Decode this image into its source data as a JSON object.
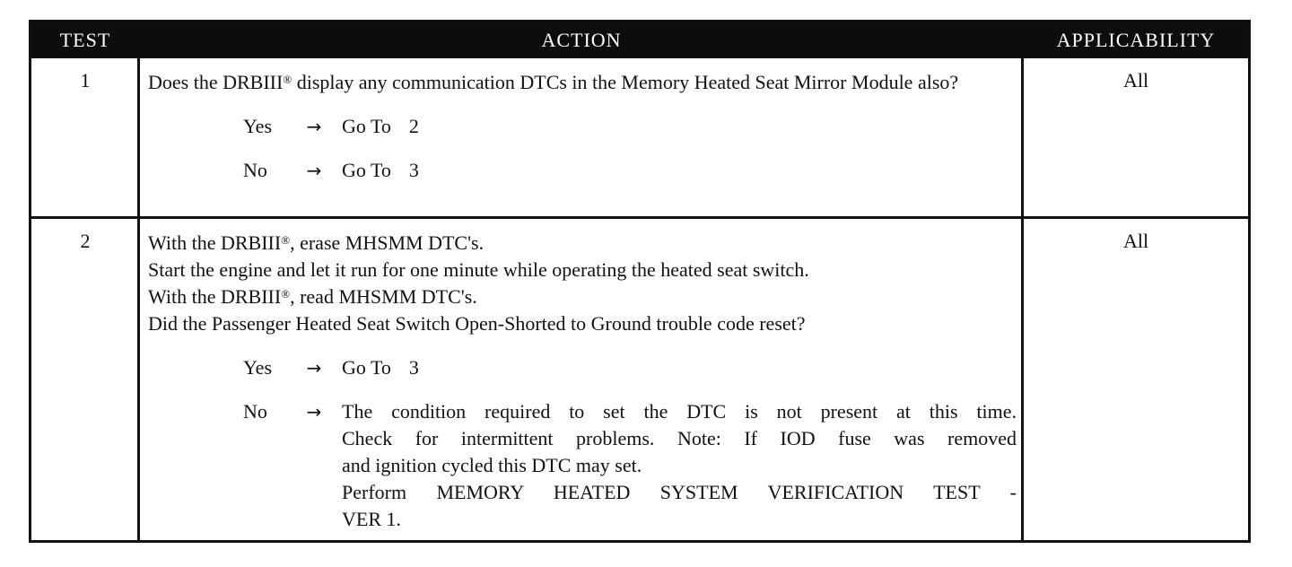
{
  "header": {
    "test": "TEST",
    "action": "ACTION",
    "applicability": "APPLICABILITY"
  },
  "rows": [
    {
      "test": "1",
      "applicability": "All",
      "question_part1": "Does the DRBIII",
      "reg_mark": "®",
      "question_part2": " display any communication DTCs in the Memory Heated Seat Mirror Module also?",
      "yes_label": "Yes",
      "yes_goto": "Go To",
      "yes_num": "2",
      "no_label": "No",
      "no_goto": "Go To",
      "no_num": "3"
    },
    {
      "test": "2",
      "applicability": "All",
      "line1_a": "With the DRBIII",
      "line1_reg": "®",
      "line1_b": ", erase MHSMM DTC's.",
      "line2": "Start the engine and let it run for one minute while operating the heated seat switch.",
      "line3_a": "With the DRBIII",
      "line3_reg": "®",
      "line3_b": ", read MHSMM DTC's.",
      "line4": "Did the Passenger Heated Seat Switch Open-Shorted to Ground trouble code reset?",
      "yes_label": "Yes",
      "yes_goto": "Go To",
      "yes_num": "3",
      "no_label": "No",
      "no_lines": [
        "The condition required to set the DTC is not present at this time.",
        "Check for intermittent problems. Note: If IOD fuse was removed",
        "and ignition cycled this DTC may set.",
        "Perform MEMORY HEATED SYSTEM VERIFICATION TEST -",
        "VER 1."
      ]
    }
  ],
  "arrow_glyph": "→"
}
